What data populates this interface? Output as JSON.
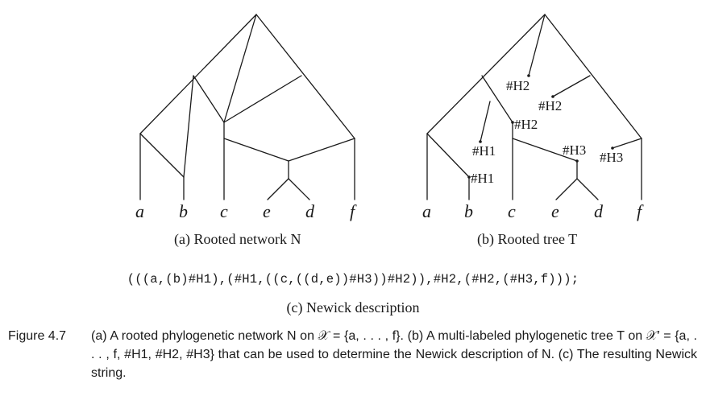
{
  "network": {
    "subcaption": "(a) Rooted network N",
    "leaves": [
      "a",
      "b",
      "c",
      "e",
      "d",
      "f"
    ]
  },
  "tree": {
    "subcaption": "(b) Rooted tree T",
    "leaves": [
      "a",
      "b",
      "c",
      "e",
      "d",
      "f"
    ],
    "hybrid_labels": [
      "#H1",
      "#H1",
      "#H2",
      "#H2",
      "#H2",
      "#H3",
      "#H3"
    ]
  },
  "newick": {
    "string": "(((a,(b)#H1),(#H1,((c,((d,e))#H3))#H2)),#H2,(#H2,(#H3,f)));",
    "subcaption": "(c) Newick description"
  },
  "caption": {
    "label": "Figure 4.7",
    "text": "(a) A rooted phylogenetic network N on 𝒳 = {a, . . . , f}. (b) A multi-labeled phylogenetic tree T on 𝒳′ = {a, . . . , f, #H1, #H2, #H3} that can be used to determine the Newick description of N. (c) The resulting Newick string."
  }
}
